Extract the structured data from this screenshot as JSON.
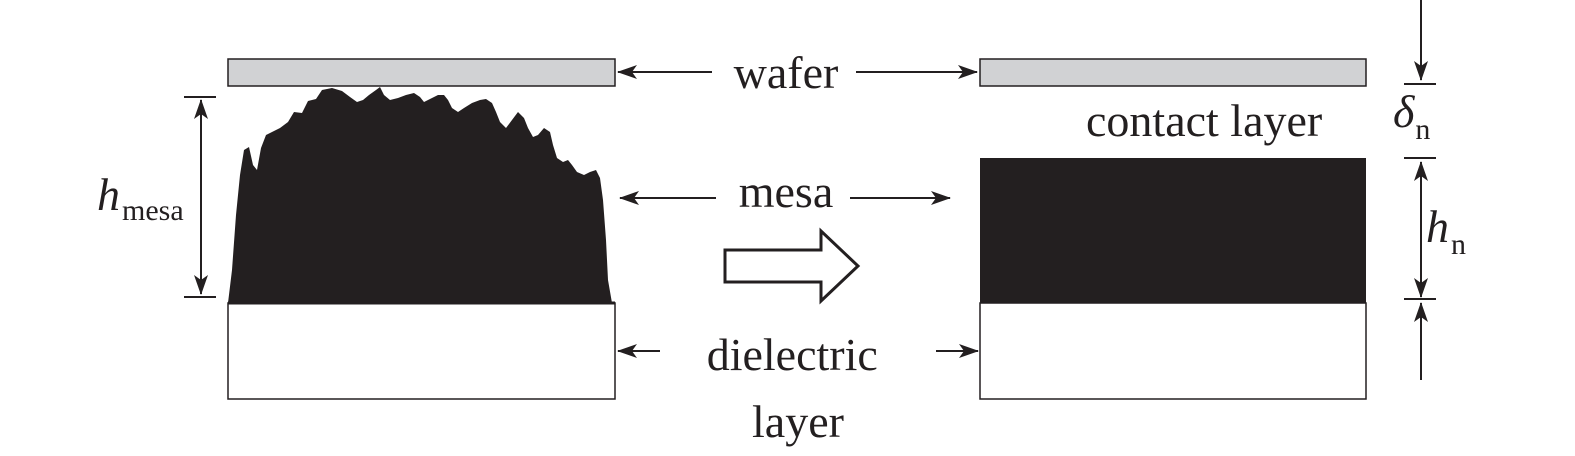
{
  "labels": {
    "wafer": "wafer",
    "mesa": "mesa",
    "dielectric_line1": "dielectric",
    "dielectric_line2": "layer",
    "contact_layer": "contact layer"
  },
  "symbols": {
    "h_mesa_main": "h",
    "h_mesa_sub": "mesa",
    "h_n_main": "h",
    "h_n_sub": "n",
    "delta_n_main": "δ",
    "delta_n_sub": "n"
  },
  "colors": {
    "wafer_fill": "#d1d2d4",
    "outline": "#231f20",
    "mesa_fill": "#231f20",
    "dielectric_fill": "#ffffff"
  }
}
